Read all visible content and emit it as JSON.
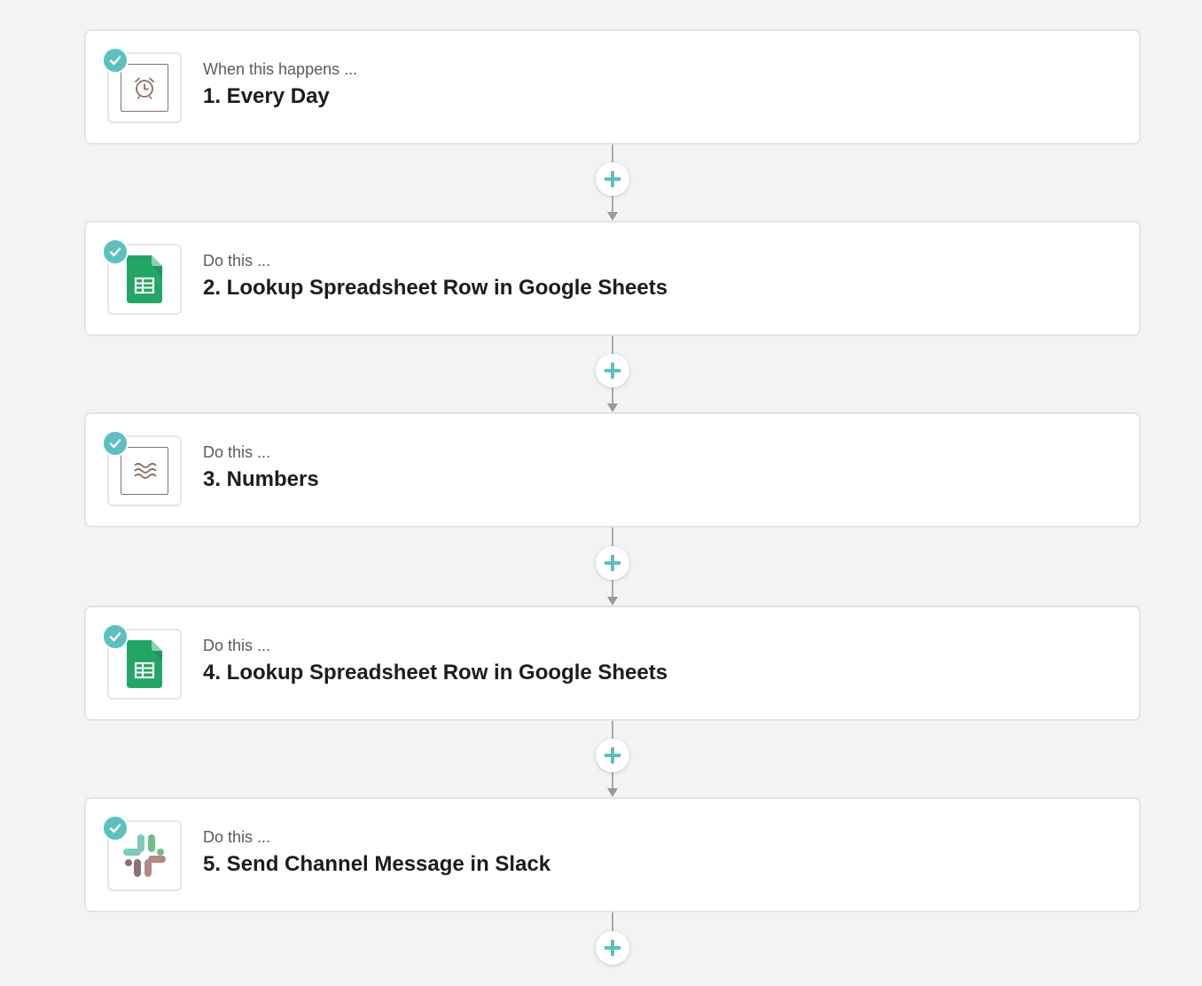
{
  "steps": [
    {
      "kicker": "When this happens ...",
      "title": "1. Every Day",
      "icon": "alarm-clock-icon"
    },
    {
      "kicker": "Do this ...",
      "title": "2. Lookup Spreadsheet Row in Google Sheets",
      "icon": "google-sheets-icon"
    },
    {
      "kicker": "Do this ...",
      "title": "3. Numbers",
      "icon": "formatter-icon"
    },
    {
      "kicker": "Do this ...",
      "title": "4. Lookup Spreadsheet Row in Google Sheets",
      "icon": "google-sheets-icon"
    },
    {
      "kicker": "Do this ...",
      "title": "5. Send Channel Message in Slack",
      "icon": "slack-icon"
    }
  ],
  "colors": {
    "accent": "#5ebfc0",
    "background": "#f2f3f5",
    "card_border": "#e3e4e8",
    "sheets_green": "#23a566",
    "connector": "#a9a9a9"
  }
}
